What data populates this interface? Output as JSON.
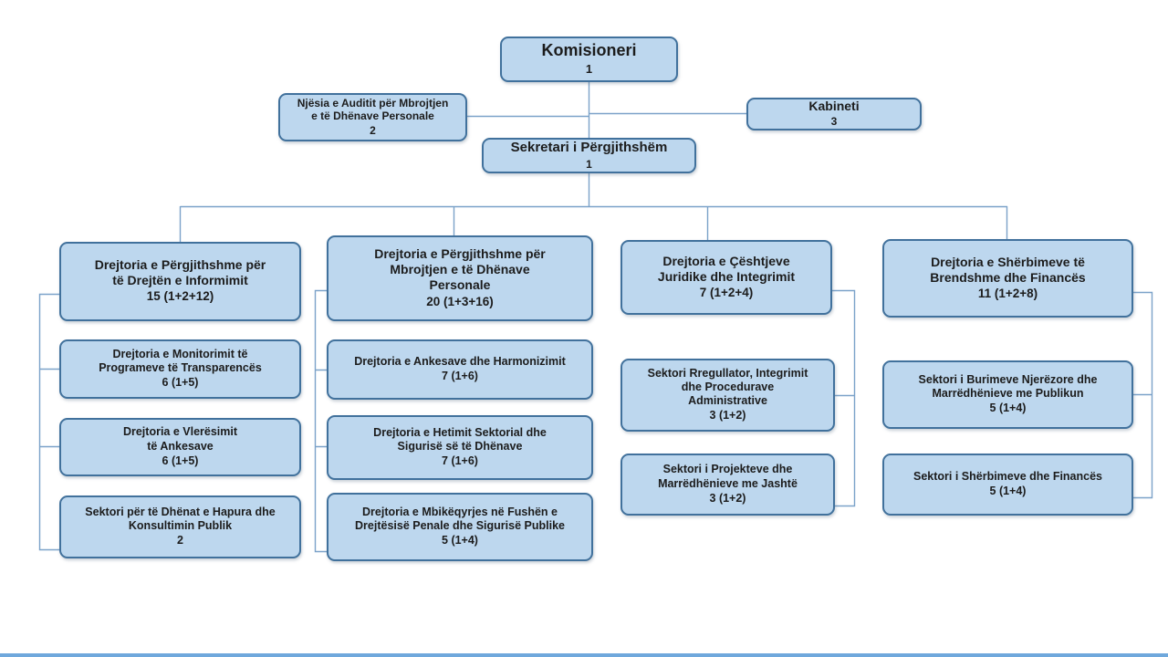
{
  "colors": {
    "box_fill": "#BDD7EE",
    "box_border": "#41719C",
    "connector": "#7BA2C9",
    "bottom_strip": "#6FA8DC"
  },
  "nodes": {
    "commissioner": {
      "title": "Komisioneri",
      "count": "1"
    },
    "audit_unit": {
      "title": "Njësia e Auditit për Mbrojtjen\ne të Dhënave Personale",
      "count": "2"
    },
    "cabinet": {
      "title": "Kabineti",
      "count": "3"
    },
    "secretary_general": {
      "title": "Sekretari i Përgjithshëm",
      "count": "1"
    },
    "dir_gen_information": {
      "title": "Drejtoria  e Përgjithshme për\ntë Drejtën e Informimit",
      "count": "15 (1+2+12)"
    },
    "dir_gen_data_protection": {
      "title": "Drejtoria e Përgjithshme për\nMbrojtjen e të Dhënave\nPersonale",
      "count": "20 (1+3+16)"
    },
    "dir_legal_integrity": {
      "title": "Drejtoria e Çështjeve\nJuridike dhe Integrimit",
      "count": "7 (1+2+4)"
    },
    "dir_internal_services": {
      "title": "Drejtoria e Shërbimeve të\nBrendshme dhe Financës",
      "count": "11 (1+2+8)"
    },
    "dir_transparency_monitoring": {
      "title": "Drejtoria e Monitorimit të\nProgrameve të Transparencës",
      "count": "6 (1+5)"
    },
    "dir_complaints_evaluation": {
      "title": "Drejtoria e Vlerësimit\ntë Ankesave",
      "count": "6 (1+5)"
    },
    "sector_open_data": {
      "title": "Sektori për të Dhënat e Hapura dhe\nKonsultimin Publik",
      "count": "2"
    },
    "dir_complaints_harmonization": {
      "title": "Drejtoria e Ankesave dhe Harmonizimit",
      "count": "7 (1+6)"
    },
    "dir_sectoral_investigation": {
      "title": "Drejtoria e Hetimit Sektorial dhe\nSigurisë së të Dhënave",
      "count": "7 (1+6)"
    },
    "dir_criminal_oversight": {
      "title": "Drejtoria e Mbikëqyrjes në Fushën e\nDrejtësisë Penale dhe Sigurisë Publike",
      "count": "5 (1+4)"
    },
    "sector_regulatory": {
      "title": "Sektori Rregullator, Integrimit\ndhe Procedurave\nAdministrative",
      "count": "3 (1+2)"
    },
    "sector_projects": {
      "title": "Sektori i Projekteve dhe\nMarrëdhënieve me Jashtë",
      "count": "3 (1+2)"
    },
    "sector_hr_public": {
      "title": "Sektori i Burimeve Njerëzore dhe\nMarrëdhënieve me Publikun",
      "count": "5 (1+4)"
    },
    "sector_services_finance": {
      "title": "Sektori i Shërbimeve dhe Financës",
      "count": "5 (1+4)"
    }
  }
}
